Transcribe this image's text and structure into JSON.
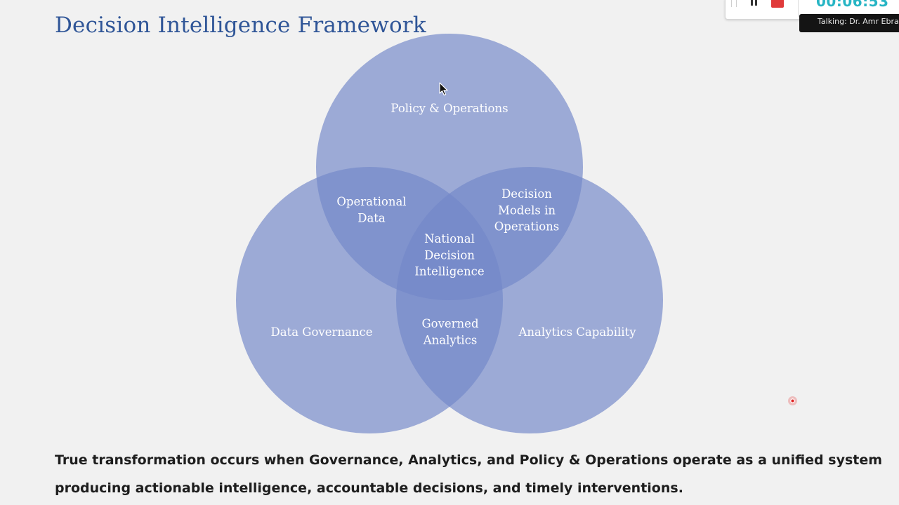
{
  "slide": {
    "title": "Decision Intelligence Framework",
    "caption_line1": "True transformation occurs when Governance, Analytics, and Policy & Operations operate as a unified system",
    "caption_line2": "producing actionable intelligence, accountable decisions, and timely interventions."
  },
  "diagram": {
    "circle_color": "#7388c8",
    "labels": {
      "policy": [
        "Policy & Operations"
      ],
      "governance": [
        "Data Governance"
      ],
      "analytics": [
        "Analytics Capability"
      ],
      "operational_data": [
        "Operational",
        "Data"
      ],
      "decision_models": [
        "Decision",
        "Models in",
        "Operations"
      ],
      "governed_analytics": [
        "Governed",
        "Analytics"
      ],
      "center": [
        "National",
        "Decision",
        "Intelligence"
      ]
    }
  },
  "recorder": {
    "timer": "00:06:53",
    "talking": "Talking: Dr. Amr Ebrahim",
    "stop_color": "#e03a3a",
    "timer_color": "#27b5c4"
  },
  "icons": {
    "pause": "pause-icon",
    "stop": "stop-icon",
    "cursor": "mouse-pointer-icon",
    "laser": "laser-pointer-icon"
  }
}
